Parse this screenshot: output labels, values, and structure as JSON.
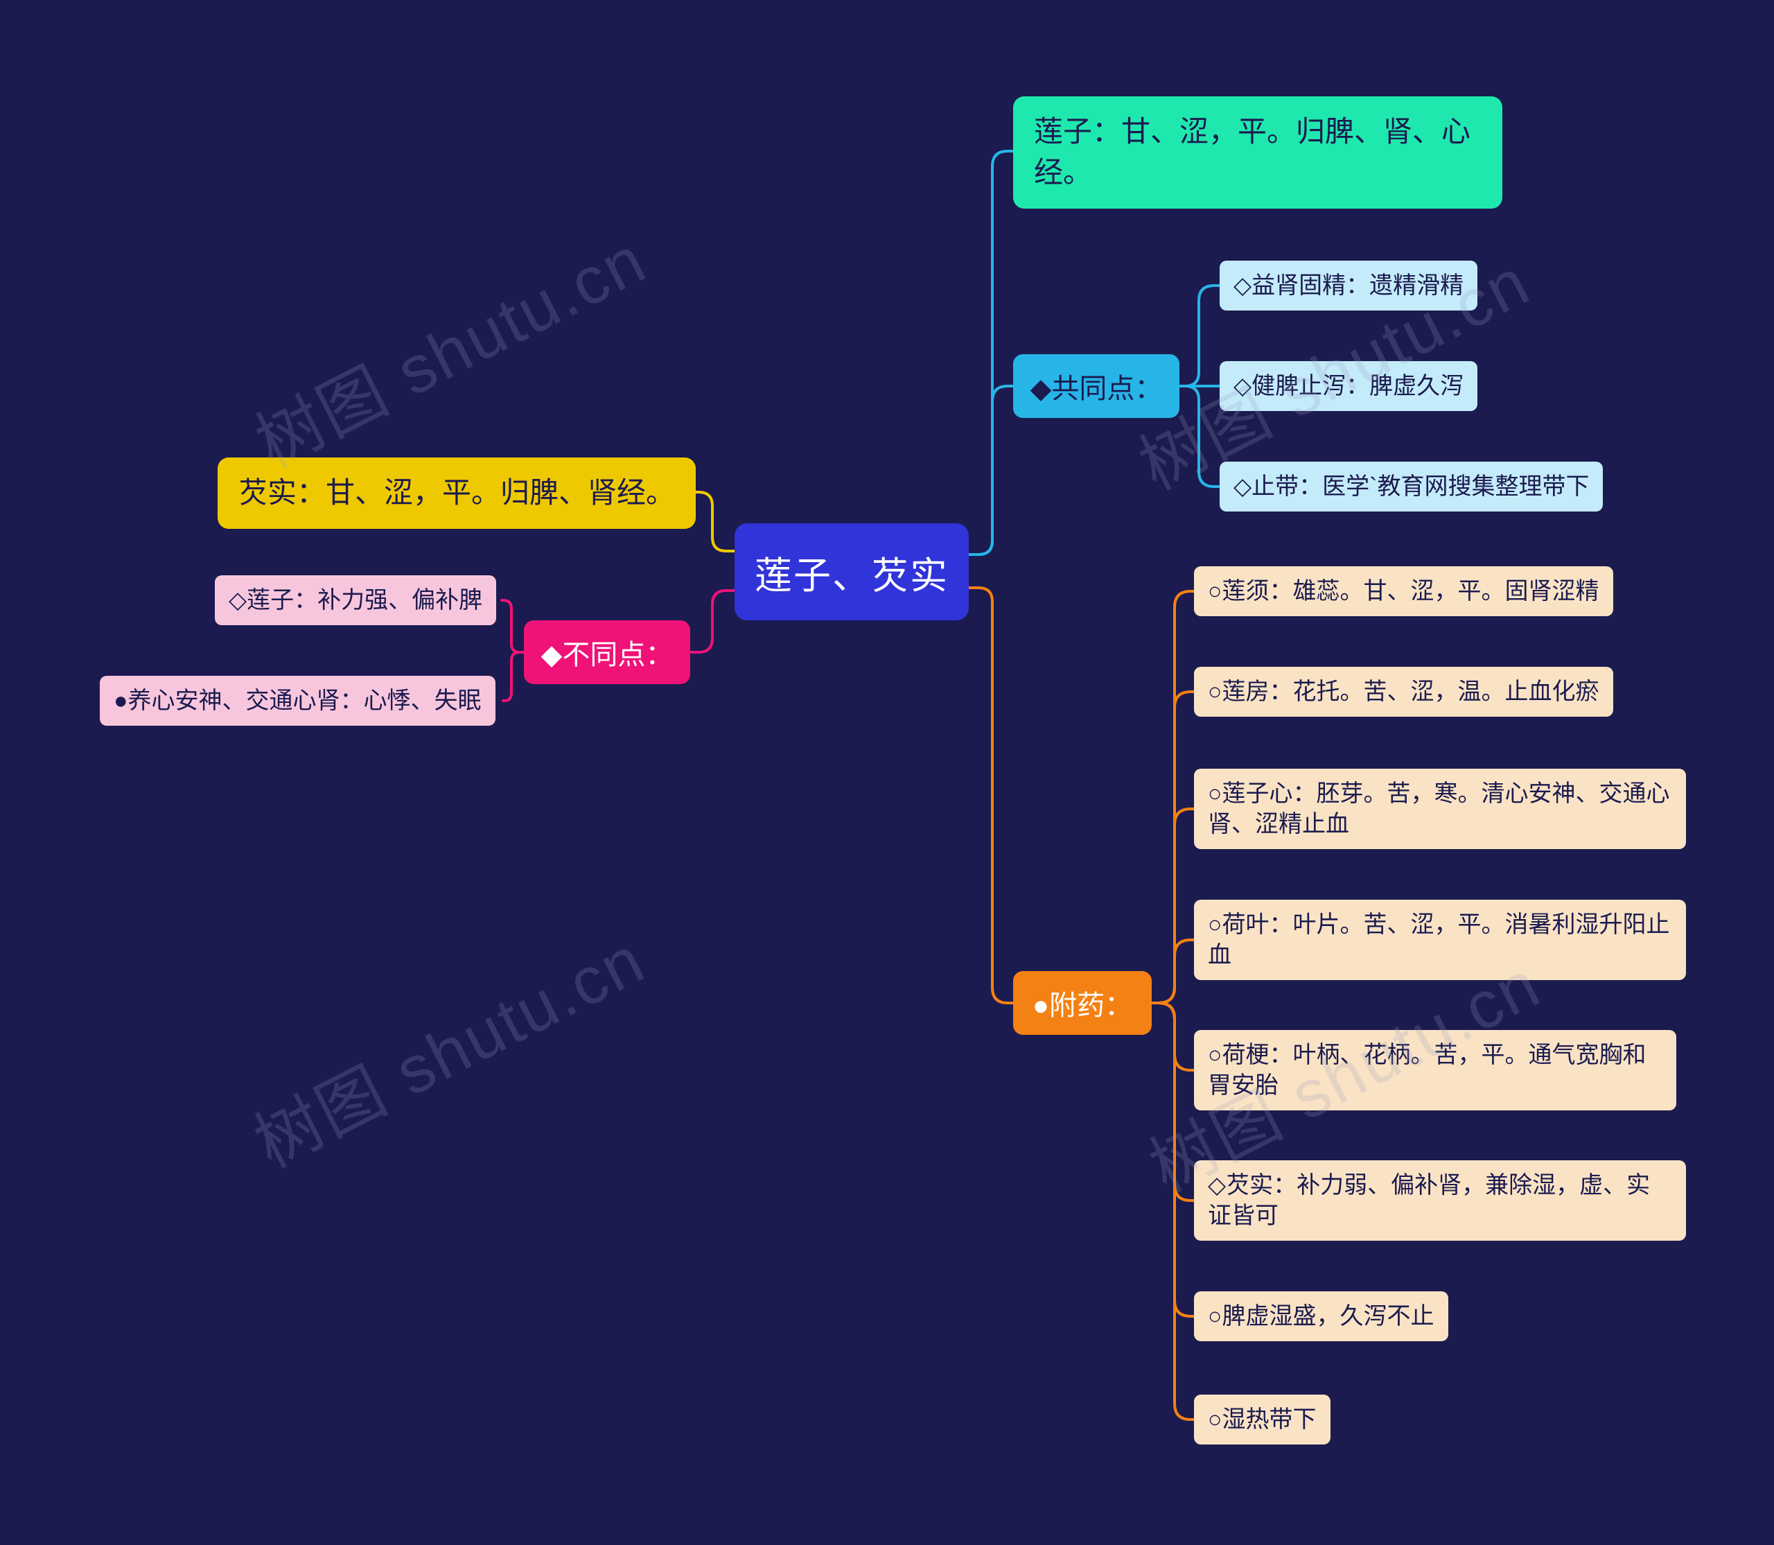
{
  "palette": {
    "background": "#1b1b4f",
    "root_blue": "#3134d8",
    "teal": "#1fe8ae",
    "cyan": "#27b5e8",
    "light_blue": "#c4ebf9",
    "yellow": "#efc900",
    "magenta": "#ef1277",
    "pink": "#f8c6dc",
    "orange": "#f48113",
    "peach": "#fae3c5",
    "text_dark": "#1b1b4f",
    "text_light": "#ffffff"
  },
  "watermark": {
    "text": "树图 shutu.cn"
  },
  "mindmap": {
    "root": {
      "label": "莲子、芡实"
    },
    "lianzi_property": {
      "label": "莲子：甘、涩，平。归脾、肾、心经。"
    },
    "qianshi_property": {
      "label": "芡实：甘、涩，平。归脾、肾经。"
    },
    "gongtongdian": {
      "label": "◆共同点：",
      "children": [
        {
          "label": "◇益肾固精：遗精滑精"
        },
        {
          "label": "◇健脾止泻：脾虚久泻"
        },
        {
          "label": "◇止带：医学`教育网搜集整理带下"
        }
      ]
    },
    "butongdian": {
      "label": "◆不同点：",
      "children": [
        {
          "label": "◇莲子：补力强、偏补脾"
        },
        {
          "label": "●养心安神、交通心肾：心悸、失眠"
        }
      ]
    },
    "fuyao": {
      "label": "●附药：",
      "children": [
        {
          "label": "○莲须：雄蕊。甘、涩，平。固肾涩精"
        },
        {
          "label": "○莲房：花托。苦、涩，温。止血化瘀"
        },
        {
          "label": "○莲子心：胚芽。苦，寒。清心安神、交通心肾、涩精止血"
        },
        {
          "label": "○荷叶：叶片。苦、涩，平。消暑利湿升阳止血"
        },
        {
          "label": "○荷梗：叶柄、花柄。苦，平。通气宽胸和胃安胎"
        },
        {
          "label": "◇芡实：补力弱、偏补肾，兼除湿，虚、实证皆可"
        },
        {
          "label": "○脾虚湿盛，久泻不止"
        },
        {
          "label": "○湿热带下"
        }
      ]
    }
  }
}
